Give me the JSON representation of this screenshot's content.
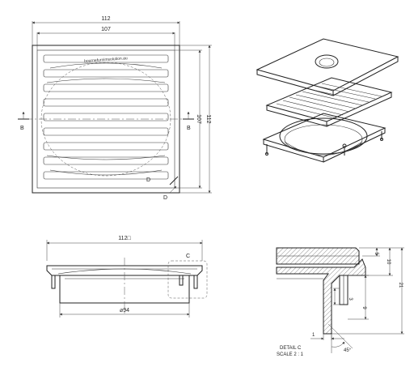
{
  "top_view": {
    "dim_outer_width": "112",
    "dim_inner_width": "107",
    "dim_inner_height": "107",
    "dim_outer_height": "112",
    "section_label_left": "B",
    "section_label_right": "B",
    "detail_marker_inner": "D",
    "detail_marker_outer": "D",
    "brand_text": "bournefurnimsolution.au"
  },
  "front_view": {
    "dim_width": "112",
    "square_symbol": "□",
    "dim_diameter": "94",
    "diameter_symbol": "⌀",
    "detail_callout": "C"
  },
  "detail_view": {
    "dim_5": "5",
    "dim_10": "10",
    "dim_21": "21",
    "dim_3": "3",
    "dim_9": "9",
    "dim_1": "1",
    "dim_angle": "45°",
    "title": "DETAIL C",
    "scale": "SCALE 2 : 1"
  },
  "colors": {
    "line": "#222222",
    "background": "#ffffff"
  }
}
